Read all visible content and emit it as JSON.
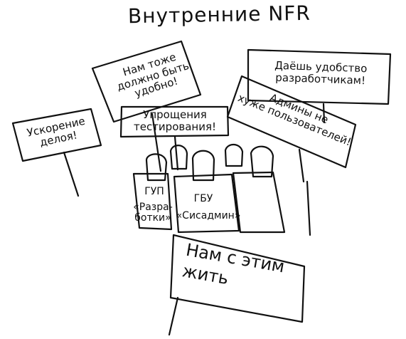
{
  "title": "Внутренние NFR",
  "signs": [
    {
      "id": "top-center",
      "text": "Нам тоже\nдолжно быть\nудобно!"
    },
    {
      "id": "top-right",
      "text": "Даёшь удобство\nразработчикам!"
    },
    {
      "id": "middle-right",
      "text": "Админы не\nхуже пользователей!"
    },
    {
      "id": "center",
      "text": "Упрощения\nтестирования!"
    },
    {
      "id": "left",
      "text": "Ускорение\nделоя!"
    },
    {
      "id": "bottom",
      "text": "Нам с этим\nжить"
    }
  ],
  "groups": [
    {
      "id": "gup",
      "acronym": "ГУП",
      "caption": "«Разра-\nботки»"
    },
    {
      "id": "gbu",
      "acronym": "ГБУ",
      "caption": "«Сисадмин»"
    }
  ]
}
